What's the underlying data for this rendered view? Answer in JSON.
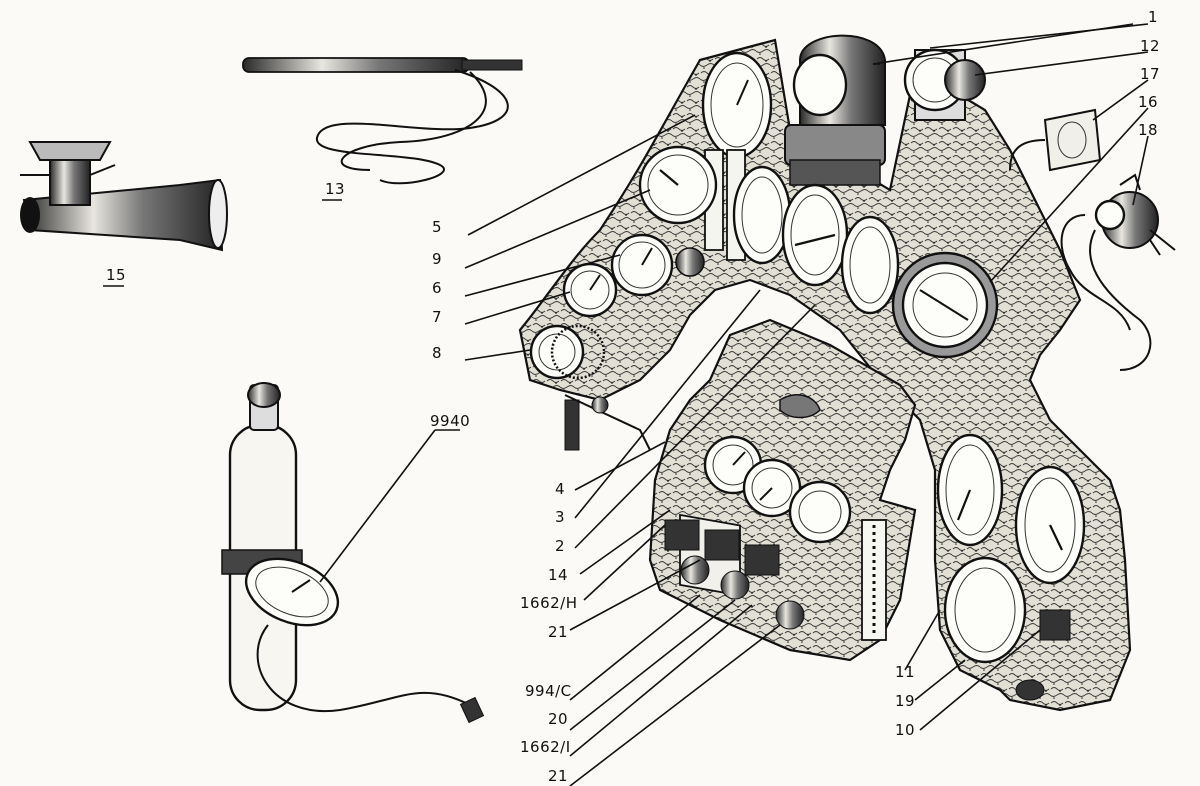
{
  "diagram": {
    "labels": {
      "l1": "1",
      "l12": "12",
      "l17": "17",
      "l16": "16",
      "l18": "18",
      "l5": "5",
      "l9": "9",
      "l6": "6",
      "l7": "7",
      "l8": "8",
      "l4": "4",
      "l3": "3",
      "l2": "2",
      "l14": "14",
      "l1662h": "1662/H",
      "l21a": "21",
      "l994c": "994/C",
      "l20": "20",
      "l1662i": "1662/I",
      "l21b": "21",
      "l11": "11",
      "l19": "19",
      "l10": "10",
      "l13": "13",
      "l15": "15",
      "l9940": "9940"
    }
  },
  "colors": {
    "ink": "#111111",
    "paper": "#fbfaf6",
    "panel_texture": "#d9d6cc"
  }
}
